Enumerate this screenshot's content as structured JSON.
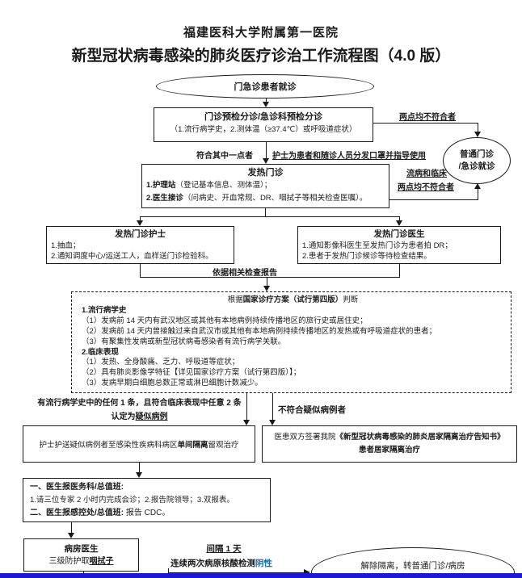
{
  "colors": {
    "line": "#1A1A1A",
    "negative_result_blue": "#0070C0",
    "bottom_bar_blue": "#1A1AD0"
  },
  "header": {
    "hospital": "福建医科大学附属第一医院",
    "title": "新型冠状病毒感染的肺炎医疗诊治工作流程图（4.0 版）"
  },
  "nodes": {
    "start": {
      "label": "门急诊患者就诊"
    },
    "triage": {
      "title": "门诊预检分诊/急诊科预检分诊",
      "criteria": "（1.流行病学史，2.测体温（≥37.4℃）或呼吸道症状）"
    },
    "normal_clinic": {
      "line1": "普通门诊",
      "line2": "/急诊就诊"
    },
    "fever_clinic": {
      "title": "发热门诊",
      "item1_head": "1.护理站",
      "item1_tail": "（登记基本信息、测体温）；",
      "item2_head": "2.医生接诊",
      "item2_tail": "（问病史、开血常规、DR、咽拭子等相关检查医嘱）。"
    },
    "fever_nurse": {
      "title": "发热门诊护士",
      "item1": "1.抽血；",
      "item2": "2.通知调度中心/运送工人，血样送门诊检验科。"
    },
    "fever_doctor": {
      "title": "发热门诊医生",
      "item1": "1.通知影像科医生至发热门诊为患者拍 DR；",
      "item2": "2.患者于发热门诊候诊等待检查结果。"
    },
    "judge": {
      "title_pre": "根据",
      "title_bold": "国家诊疗方案（试行第四版）",
      "title_post": "判断",
      "epi_head": "1.流行病学史",
      "epi_items": [
        "（1）发病前 14 天内有武汉地区或其他有本地病例持续传播地区的旅行史或居住史；",
        "（2）发病前 14 天内曾接触过来自武汉市或其他有本地病例持续传播地区的发热或有呼吸道症状的患者；",
        "（3）有聚集性发病或新型冠状病毒感染者有流行病学关联。"
      ],
      "clinic_head": "2.临床表现",
      "clinic_items": [
        "（1）发热、全身酸痛、乏力、呼吸道等症状；",
        "（2）具有肺炎影像学特征【详见国家诊疗方案（试行第四版）】；",
        "（3）发病早期白细胞总数正常或淋巴细胞计数减少。"
      ]
    },
    "single_isolation": {
      "pre": "护士护送疑似病例者至感染性疾病科病区",
      "bold": "单间隔离",
      "post": "留观治疗"
    },
    "home_isolation": {
      "line1_pre": "医患双方签署我院",
      "line1_bold": "《新型冠状病毒感染的肺炎居家隔离治疗告知书》",
      "line2": "患者居家隔离治疗"
    },
    "report": {
      "line1": "一、医生报医务科/总值班:",
      "line2": "1.请三位专家 2 小时内完成会诊；2.报告院领导；3.双报表。",
      "line3_head": "二、医生报感控处/总值班:",
      "line3_tail": "报告 CDC。"
    },
    "ward_doctor": {
      "title": "病房医生",
      "line_pre": "三级防护取",
      "line_bold": "咽拭子"
    },
    "release": {
      "label": "解除隔离，转普通门诊/病房"
    }
  },
  "edges": {
    "both_not_match": "两点均不符合者",
    "match_one": "符合其中一点者",
    "mask_note": "护士为患者和随诊人员分发口罩并指导使用",
    "epi_and_clinic": "流病和临床",
    "both_not_match2": "两点均不符合者",
    "by_reports": "依据相关检查报告",
    "suspect_line1": "有流行病学史中的任何 1 条，且符合临床表现中任意 2 条",
    "suspect_line2_pre": "认定为",
    "suspect_line2_mark": "疑似病例",
    "not_suspect": "不符合疑似病例者",
    "interval": "间隔 1 天",
    "nat_pre": "连续两次病原核酸检测",
    "nat_result": "阴性"
  }
}
